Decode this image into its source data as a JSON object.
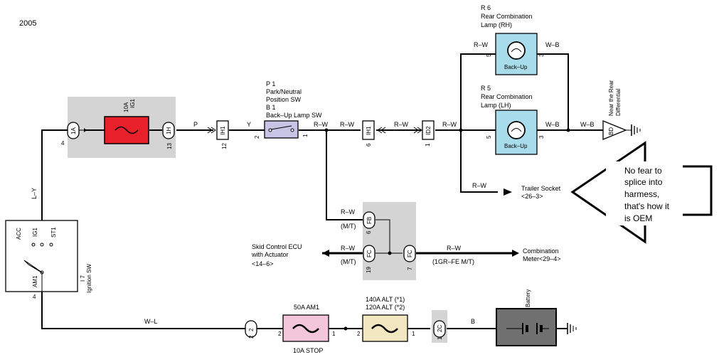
{
  "year": "2005",
  "components": {
    "r6": {
      "id": "R 6",
      "name1": "Rear Combination",
      "name2": "Lamp (RH)",
      "bulb": "Back–Up"
    },
    "r5": {
      "id": "R 5",
      "name1": "Rear Combination",
      "name2": "Lamp (LH)",
      "bulb": "Back–Up"
    },
    "p1": {
      "id": "P 1",
      "name1": "Park/Neutral",
      "name2": "Position SW",
      "id2": "B 1",
      "name3": "Back–Up Lamp SW"
    },
    "ignition": {
      "id": "I 7",
      "name": "Ignition SW",
      "acc": "ACC",
      "ig1": "IG1",
      "st1": "ST1",
      "am1": "AM1"
    },
    "fuse_ig1": {
      "amp": "10A",
      "name": "IG1"
    },
    "fuse_am1": {
      "label": "50A AM1",
      "sub": "10A STOP"
    },
    "fuse_alt": {
      "l1": "140A ALT (*1)",
      "l2": "120A ALT (*2)"
    },
    "battery": "Battery",
    "ground_bd": {
      "code": "BD",
      "l1": "Near the Rear",
      "l2": "Differential"
    }
  },
  "connectors": {
    "c1a": "1A",
    "c1h": "1H",
    "cih1a": "IH1",
    "cih1b": "IH1",
    "cid2": "ID2",
    "cfb": "FB",
    "cfc1": "FC",
    "cfc2": "FC",
    "c2": "2",
    "c2c": "2C"
  },
  "pins": {
    "p4a": "4",
    "p13": "13",
    "p12": "12",
    "p2a": "2",
    "p1a": "1",
    "p6a": "6",
    "p1b": "1",
    "r6_5": "5",
    "r6_3": "3",
    "r5_5": "5",
    "r5_3": "3",
    "fb6": "6",
    "fc19": "19",
    "fc7": "7",
    "ign4": "4",
    "am1_2": "2",
    "am1_1": "1",
    "alt_2": "2",
    "alt_1": "1",
    "c2c_1": "1",
    "c2_2": "2"
  },
  "wires": {
    "p": "P",
    "y": "Y",
    "rw1": "R–W",
    "rw2": "R–W",
    "rw3": "R–W",
    "rw4": "R–W",
    "rw5": "R–W",
    "rw6": "R–W",
    "rw7": "R–W",
    "rw8": "R–W",
    "wb1": "W–B",
    "wb2": "W–B",
    "wb3": "W–B",
    "ly": "L–Y",
    "wl": "W–L",
    "b": "B",
    "mt1": "(M/T)",
    "mt2": "(M/T)",
    "gr": "(1GR–FE M/T)"
  },
  "destinations": {
    "trailer1": "Trailer Socket",
    "trailer2": "<26–3>",
    "skid1": "Skid Control ECU",
    "skid2": "with Actuator",
    "skid3": "<14–6>",
    "meter1": "Combination",
    "meter2": "Meter<29–4>"
  },
  "callout": {
    "l1": "No fear to",
    "l2": "splice into",
    "l3": "harmess,",
    "l4": "that's how it",
    "l5": "is OEM"
  },
  "colors": {
    "ig1_fuse": "#e8202a",
    "am1_fuse": "#f4c6dc",
    "alt_fuse": "#f3e7c1",
    "lamp": "#a9dcea",
    "psw": "#c7c4e6",
    "battery": "#707070",
    "shade": "#d4d4d4"
  }
}
